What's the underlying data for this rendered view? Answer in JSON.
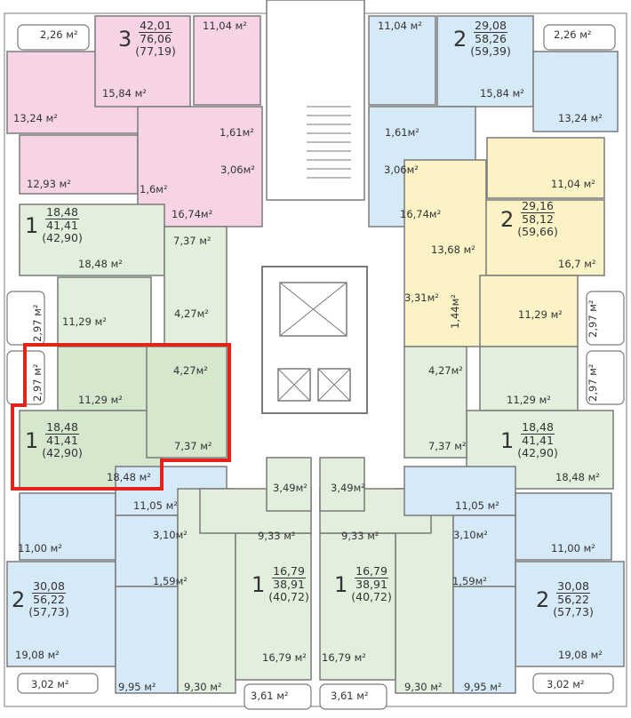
{
  "colors": {
    "pink": "#f7d4e5",
    "blue": "#d5e9f7",
    "yellow": "#fbf3c6",
    "green": "#e3efdd",
    "green_selected": "#d5e7cd",
    "wall": "#7a7a7a",
    "highlight": "#e2231a"
  },
  "apartments": [
    {
      "id": "pink-3room",
      "summary": {
        "rooms": "3",
        "living": "42,01",
        "total": "76,06",
        "total_with_balcony": "(77,19)"
      },
      "rooms": [
        "2,26 м²",
        "15,84 м²",
        "11,04 м²",
        "13,24 м²",
        "1,61м²",
        "3,06м²",
        "12,93 м²",
        "1,6м²",
        "16,74м²"
      ]
    },
    {
      "id": "blue-top-right",
      "summary": {
        "rooms": "2",
        "living": "29,08",
        "total": "58,26",
        "total_with_balcony": "(59,39)"
      },
      "rooms": [
        "11,04 м²",
        "2,26 м²",
        "15,84 м²",
        "13,24 м²",
        "1,61м²",
        "3,06м²",
        "16,74м²"
      ]
    },
    {
      "id": "yellow-right",
      "summary": {
        "rooms": "2",
        "living": "29,16",
        "total": "58,12",
        "total_with_balcony": "(59,66)"
      },
      "rooms": [
        "11,04 м²",
        "13,68 м²",
        "16,7 м²",
        "3,31м²",
        "1,44м²",
        "11,29 м²",
        "2,97 м²"
      ]
    },
    {
      "id": "green-left-top",
      "summary": {
        "rooms": "1",
        "living": "18,48",
        "total": "41,41",
        "total_with_balcony": "(42,90)"
      },
      "rooms": [
        "18,48 м²",
        "7,37 м²",
        "4,27м²",
        "11,29 м²",
        "2,97 м²"
      ]
    },
    {
      "id": "green-left-selected",
      "summary": {
        "rooms": "1",
        "living": "18,48",
        "total": "41,41",
        "total_with_balcony": "(42,90)"
      },
      "rooms": [
        "2,97 м²",
        "4,27м²",
        "11,29 м²",
        "7,37 м²",
        "18,48 м²"
      ]
    },
    {
      "id": "green-right",
      "summary": {
        "rooms": "1",
        "living": "18,48",
        "total": "41,41",
        "total_with_balcony": "(42,90)"
      },
      "rooms": [
        "4,27м²",
        "2,97 м²",
        "11,29 м²",
        "7,37 м²",
        "18,48 м²"
      ]
    },
    {
      "id": "blue-bottom-left",
      "summary": {
        "rooms": "2",
        "living": "30,08",
        "total": "56,22",
        "total_with_balcony": "(57,73)"
      },
      "rooms": [
        "11,05 м²",
        "11,00 м²",
        "3,10м²",
        "1,59м²",
        "19,08 м²",
        "9,95 м²",
        "3,02 м²"
      ]
    },
    {
      "id": "green-bottom-center-left",
      "summary": {
        "rooms": "1",
        "living": "16,79",
        "total": "38,91",
        "total_with_balcony": "(40,72)"
      },
      "rooms": [
        "3,49м²",
        "9,33 м²",
        "16,79 м²",
        "9,30 м²",
        "3,61 м²"
      ]
    },
    {
      "id": "green-bottom-center-right",
      "summary": {
        "rooms": "1",
        "living": "16,79",
        "total": "38,91",
        "total_with_balcony": "(40,72)"
      },
      "rooms": [
        "3,49м²",
        "9,33 м²",
        "16,79 м²",
        "9,30 м²",
        "3,61 м²"
      ]
    },
    {
      "id": "blue-bottom-right",
      "summary": {
        "rooms": "2",
        "living": "30,08",
        "total": "56,22",
        "total_with_balcony": "(57,73)"
      },
      "rooms": [
        "11,05 м²",
        "11,00 м²",
        "3,10м²",
        "1,59м²",
        "19,08 м²",
        "9,95 м²",
        "3,02 м²"
      ]
    }
  ]
}
